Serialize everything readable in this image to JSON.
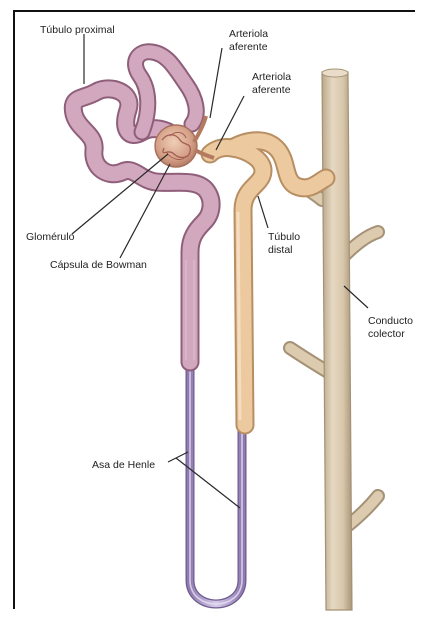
{
  "labels": {
    "proximal_tubule": "Túbulo proximal",
    "afferent_arteriole_line1": "Arteriola",
    "afferent_arteriole_line2": "aferente",
    "efferent_arteriole_line1": "Arteriola",
    "efferent_arteriole_line2": "aferente",
    "glomerulus": "Glomérulo",
    "bowman_capsule": "Cápsula de Bowman",
    "distal_tubule_line1": "Túbulo",
    "distal_tubule_line2": "distal",
    "collecting_duct_line1": "Conducto",
    "collecting_duct_line2": "colector",
    "loop_of_henle": "Asa de Henle"
  },
  "colors": {
    "proximal_tubule": "#c99bb4",
    "proximal_outline": "#8f5f7a",
    "glomerulus": "#d8a890",
    "distal_tubule": "#e7c49a",
    "distal_outline": "#b88e63",
    "collecting_duct": "#d9c9b1",
    "collecting_outline": "#a59276",
    "loop_thin": "#c4b6d8",
    "loop_outline": "#7d6a9c"
  }
}
